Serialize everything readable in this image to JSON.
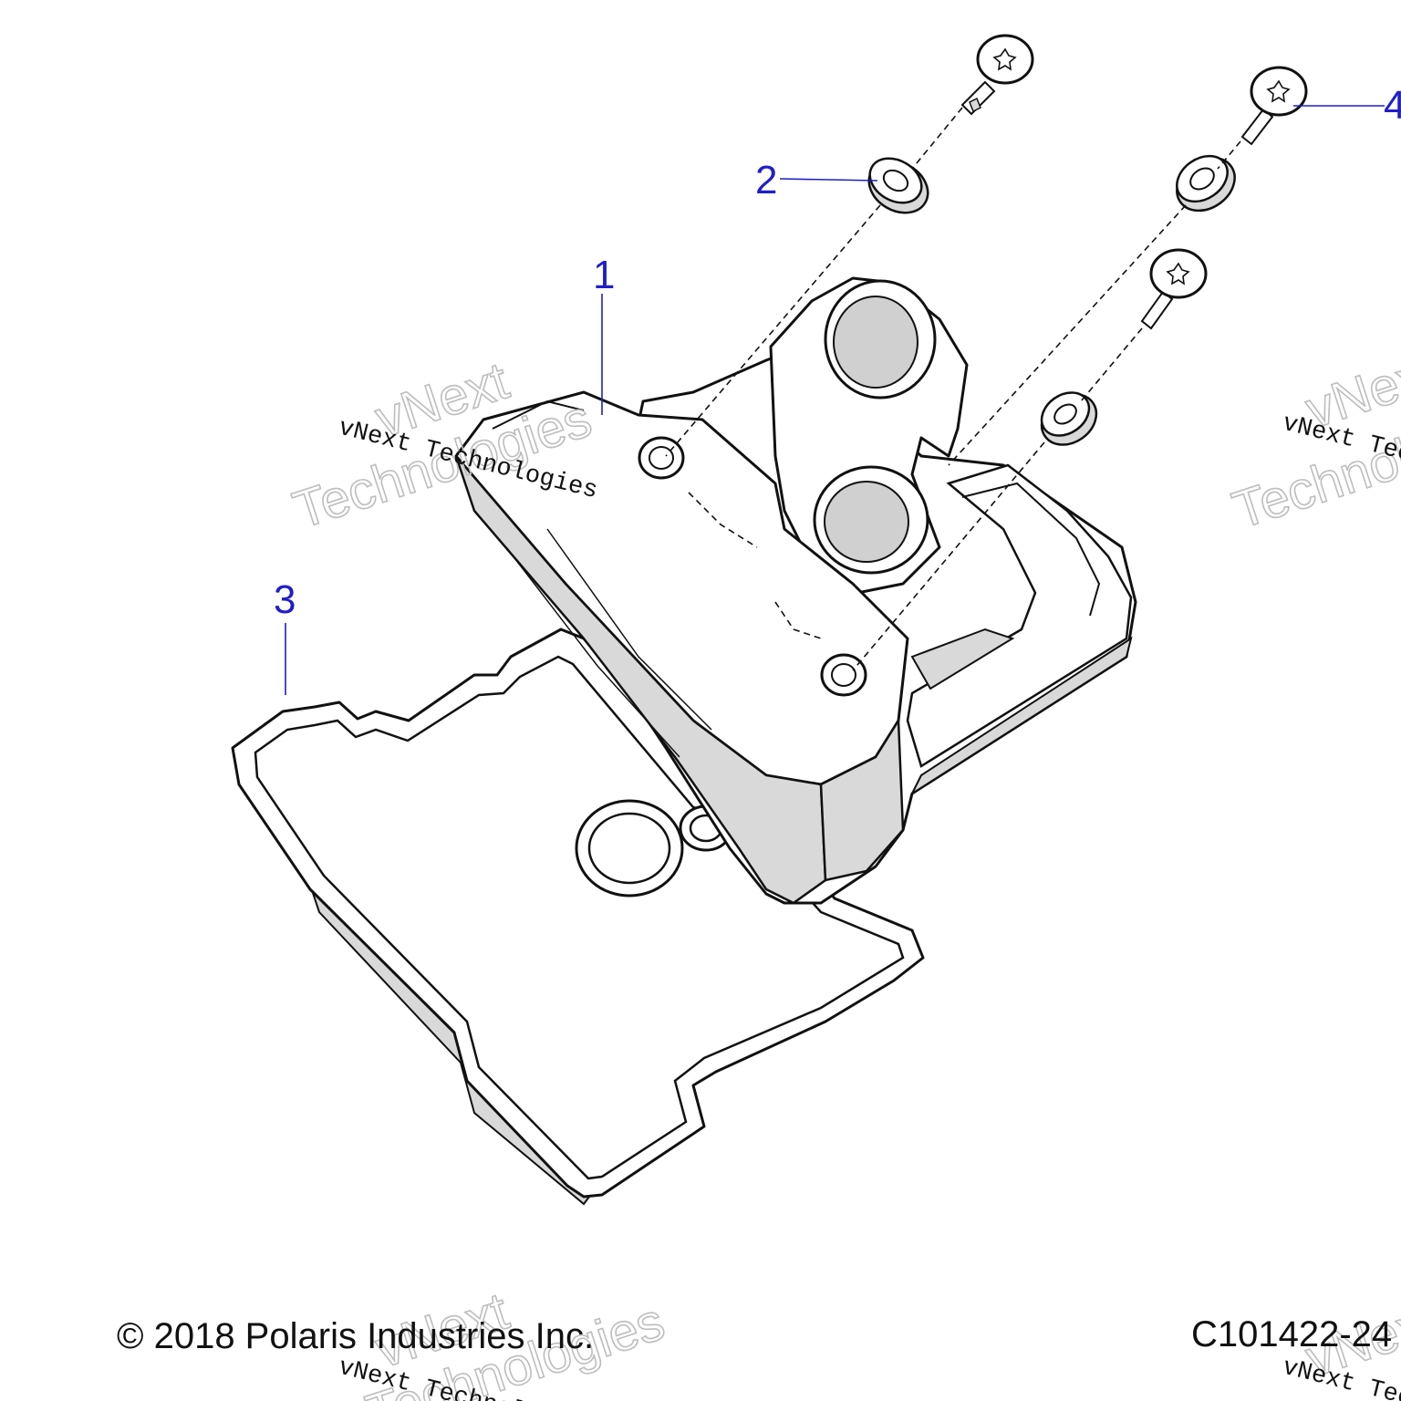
{
  "callouts": [
    {
      "id": "1",
      "text": "1"
    },
    {
      "id": "2",
      "text": "2"
    },
    {
      "id": "3",
      "text": "3"
    },
    {
      "id": "4",
      "text": "4"
    }
  ],
  "footer": {
    "copyright": "© 2018 Polaris Industries Inc.",
    "figure_code": "C101422-24"
  },
  "watermark": {
    "line": "vNext Technologies",
    "word1": "vNext",
    "word2": "Technologies"
  },
  "colors": {
    "callout_text": "#1f1fc8",
    "line_art": "#111111",
    "part_fill": "#ffffff",
    "shading": "#d9d9d9",
    "watermark_outline": "#bdbdbd"
  }
}
